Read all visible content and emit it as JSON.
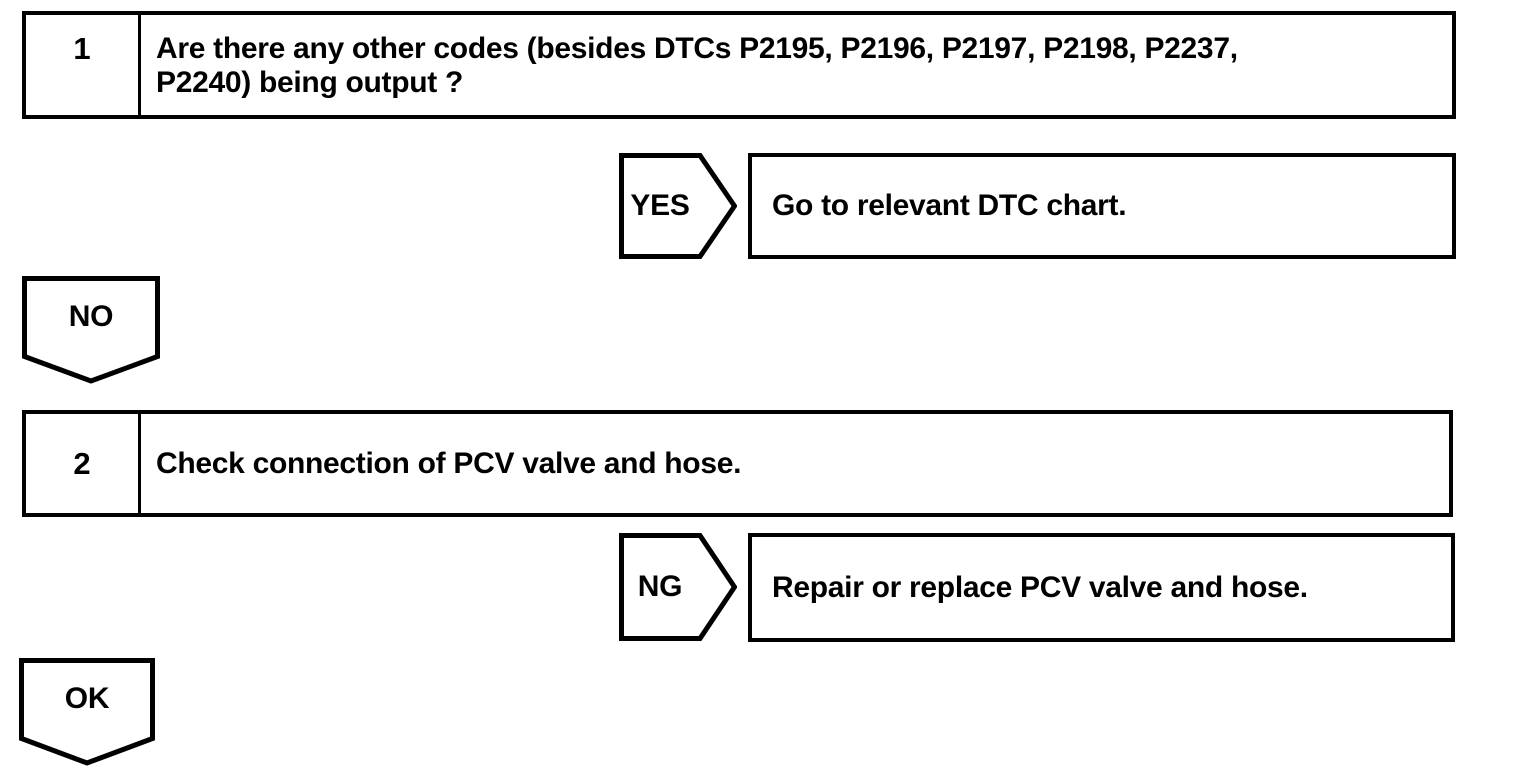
{
  "flowchart": {
    "colors": {
      "line": "#000000",
      "background": "#ffffff",
      "text": "#000000"
    },
    "steps": [
      {
        "number": "1",
        "text": "Are there any other codes (besides DTCs P2195, P2196, P2197, P2198, P2237, P2240) being output ?",
        "text_lines": [
          "Are there any other codes (besides DTCs P2195, P2196, P2197, P2198, P2237,",
          "P2240) being output ?"
        ],
        "branch_label": "YES",
        "branch_action": "Go to relevant DTC chart.",
        "pass_label": "NO"
      },
      {
        "number": "2",
        "text": "Check connection of PCV valve and hose.",
        "branch_label": "NG",
        "branch_action": "Repair or replace PCV valve and hose.",
        "pass_label": "OK"
      }
    ]
  }
}
